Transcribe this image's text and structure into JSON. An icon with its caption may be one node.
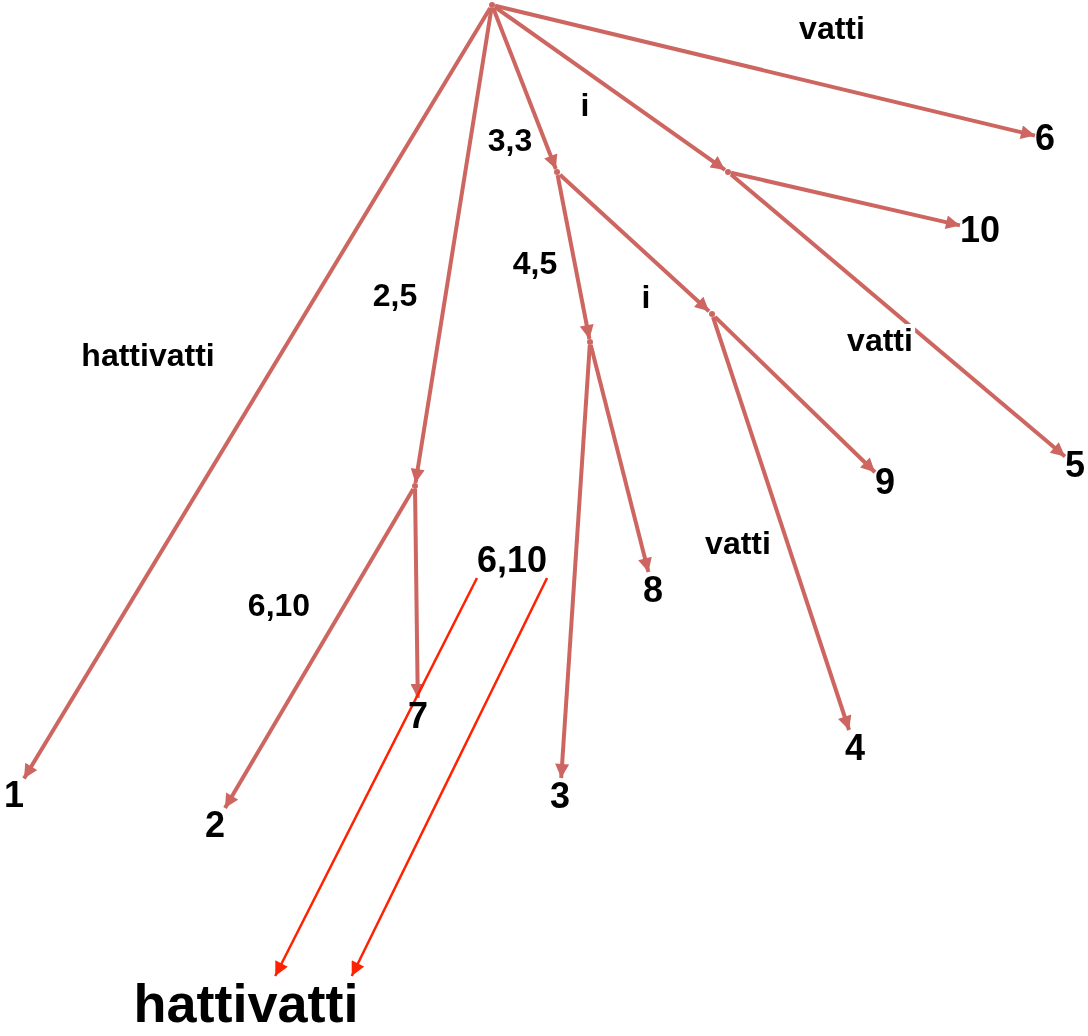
{
  "diagram": {
    "nodes": [
      {
        "text": [],
        "shape": "point"
      },
      {
        "text": [],
        "shape": "point"
      },
      {
        "text": [],
        "shape": "point"
      },
      {
        "text": [],
        "shape": "point"
      },
      {
        "text": [],
        "shape": "point"
      },
      {
        "text": [],
        "shape": "point"
      },
      {
        "text": [
          "6"
        ]
      },
      {
        "text": [
          "10"
        ]
      },
      {
        "text": [
          "9"
        ]
      },
      {
        "text": [
          "5"
        ]
      },
      {
        "text": [
          "6,10"
        ]
      },
      {
        "text": [
          "8"
        ]
      },
      {
        "text": [
          "7"
        ]
      },
      {
        "text": [
          "4"
        ]
      },
      {
        "text": [
          "1"
        ]
      },
      {
        "text": [
          "2"
        ]
      },
      {
        "text": [
          "3"
        ]
      },
      {
        "text": [
          "hattivatti"
        ]
      }
    ],
    "edges": [
      {
        "from": 0,
        "to": 14,
        "arrow": "to",
        "label": "hattivatti"
      },
      {
        "from": 0,
        "to": 5,
        "arrow": "to",
        "label": "2,5"
      },
      {
        "from": 0,
        "to": 1,
        "arrow": "to",
        "label": "3,3"
      },
      {
        "from": 0,
        "to": 2,
        "arrow": "to",
        "label": "i"
      },
      {
        "from": 0,
        "to": 6,
        "arrow": "to",
        "label": "vatti"
      },
      {
        "from": 5,
        "to": 15,
        "arrow": "to",
        "label": "6,10"
      },
      {
        "from": 5,
        "to": 12,
        "arrow": "to"
      },
      {
        "from": 1,
        "to": 4,
        "arrow": "to",
        "label": "4,5"
      },
      {
        "from": 1,
        "to": 3,
        "arrow": "to",
        "label": "i"
      },
      {
        "from": 4,
        "to": 16,
        "arrow": "to"
      },
      {
        "from": 4,
        "to": 11,
        "arrow": "to"
      },
      {
        "from": 3,
        "to": 8,
        "arrow": "to"
      },
      {
        "from": 3,
        "to": 13,
        "arrow": "to",
        "label": "vatti"
      },
      {
        "from": 2,
        "to": 7,
        "arrow": "to"
      },
      {
        "from": 2,
        "to": 9,
        "arrow": "to",
        "label": "vatti"
      },
      {
        "from": 10,
        "to": 17,
        "arrow": "to",
        "color": "#ff2200"
      },
      {
        "from": 10,
        "to": 17,
        "arrow": "to",
        "color": "#ff2200"
      }
    ]
  }
}
